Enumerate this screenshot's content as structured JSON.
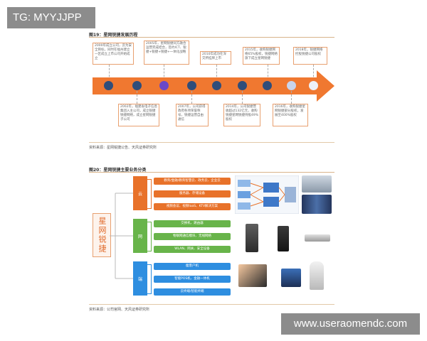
{
  "watermarks": {
    "top_left": "TG: MYYJJPP",
    "bottom_right": "www.useraomendc.com"
  },
  "figure19": {
    "title": "图19：星网锐捷发展历程",
    "top_events": [
      "2000年成立公司，云为安全目标，同时在福州建立一区成立上市公司开始成立",
      "2005年，星网锐捷同方融合运营完成结合，签约ICT、锐捷+锐捷+锐捷+一体化战略",
      "2010年成功在深交所挂牌上市",
      "2015年，收购锐捷网络65%股权，锐捷网络旗下成立星网锐捷",
      "2018年，锐捷网络控股锐捷公司股权"
    ],
    "bottom_events": [
      "2002年，福建省电子信息集团入主公司，成立锐捷锐捷网络，成立星网锐捷子公司",
      "2007年，公司获得政府各项荣誉称号，锐捷运营自由通信",
      "2014年，公司锐捷营收超过132亿元，收购锐捷星网锐捷持股49%股权",
      "2016年，收购锐捷星网锐捷部分股权，发展至400%股权"
    ],
    "source": "资料来源：星网锐捷公告、天风证券研究所",
    "colors": {
      "arrow": "#f07830",
      "dot_dark": "#2f4d7a",
      "dot_light": "#c9d4ec",
      "dot_accent": "#6a48c8"
    }
  },
  "figure20": {
    "title": "图20：星网锐捷主要业务分类",
    "company": "星网锐捷",
    "groups": [
      {
        "category": "云",
        "color": "#e8722a",
        "items": [
          "教育/金融/教育智慧云、政务云、企业云",
          "服务器、存储设备",
          "视频会议、视频IaaS、KTV解决方案"
        ]
      },
      {
        "category": "网",
        "color": "#68b44a",
        "items": [
          "交换机、路由器",
          "物联网通信模块、无线网络",
          "WLAN、网关、安全设备"
        ]
      },
      {
        "category": "端",
        "color": "#2e8ee0",
        "items": [
          "瘦客户机",
          "智能POS机、金融一体机",
          "云终端/智能终端"
        ]
      }
    ],
    "source": "资料来源：公司官网、天风证券研究所"
  }
}
